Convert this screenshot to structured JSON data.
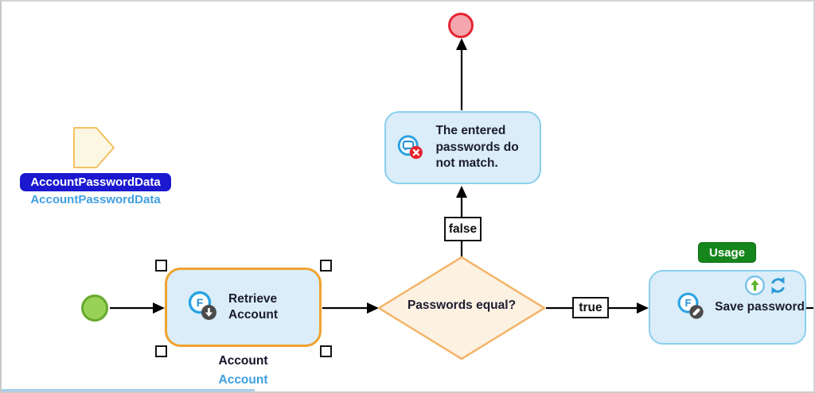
{
  "diagram": {
    "data_object": {
      "name": "AccountPasswordData",
      "type_label": "AccountPasswordData"
    },
    "gateway": {
      "question": "Passwords equal?"
    },
    "flows": {
      "false_label": "false",
      "true_label": "true"
    },
    "tasks": {
      "retrieve": {
        "title": "Retrieve Account",
        "result_label": "Account",
        "result_type_label": "Account"
      },
      "error_message": {
        "title": "The entered passwords do not match."
      },
      "save": {
        "title": "Save password",
        "badge": "Usage"
      }
    },
    "icons": {
      "function_letter": "F"
    }
  },
  "colors": {
    "task_fill": "#daedf8",
    "task_border": "#8bcfee",
    "selected_task_border": "#f0a230",
    "gateway_fill": "#fdf1e1",
    "gateway_border": "#f3b569",
    "start_event_fill": "#98d357",
    "start_event_border": "#67a82e",
    "end_event_fill": "#f3a6ae",
    "end_event_border": "#e62433",
    "usage_badge_fill": "#15861b",
    "selected_label_fill": "#1b18d0",
    "type_label_text": "#3f9fe0",
    "data_object_fill": "#fcf7e2",
    "data_object_border": "#f2c063",
    "icon_blue": "#29a3e3",
    "badge_gray": "#4b4b4b",
    "error_red": "#e8222e",
    "arrow_black": "#000000"
  }
}
